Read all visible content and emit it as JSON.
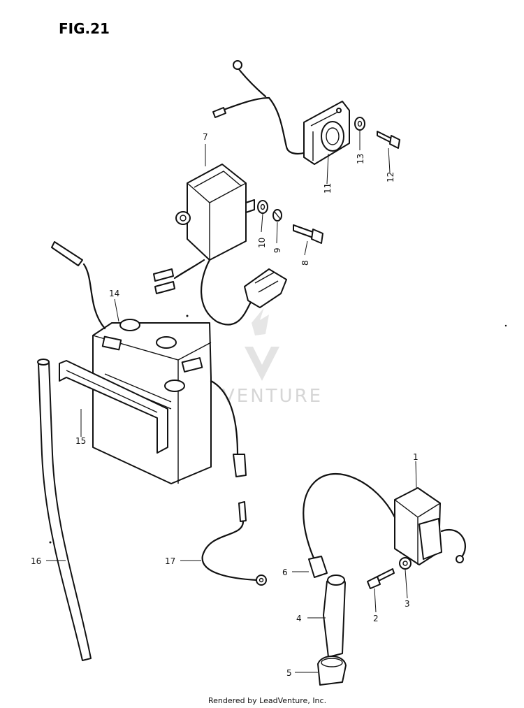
{
  "figure_title": "FIG.21",
  "watermark": "VENTURE",
  "credit": "Rendered by LeadVenture, Inc.",
  "callouts": [
    "1",
    "2",
    "3",
    "4",
    "5",
    "6",
    "7",
    "8",
    "9",
    "10",
    "11",
    "12",
    "13",
    "14",
    "15",
    "16",
    "17"
  ],
  "colors": {
    "line": "#111111",
    "watermark": "#d6d6d6",
    "background": "#ffffff"
  }
}
